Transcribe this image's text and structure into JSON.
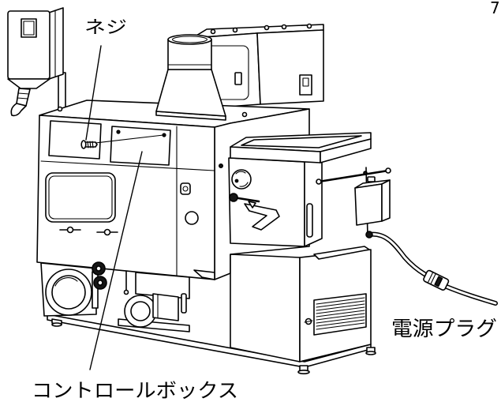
{
  "page_number": "7",
  "labels": {
    "screw": "ネジ",
    "control_box": "コントロールボックス",
    "power_plug": "電源プラグ"
  }
}
